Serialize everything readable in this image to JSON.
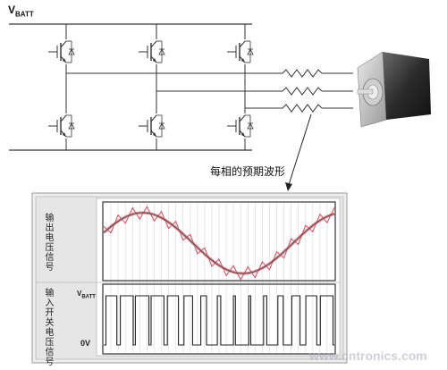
{
  "supply_label": {
    "main": "V",
    "sub": "BATT"
  },
  "caption": "每相的预期波形",
  "panel": {
    "top_label": "输出电压信号",
    "bottom_label": "输入开关电压信号",
    "vbatt_label": {
      "main": "V",
      "sub": "BATT"
    },
    "zero_label": "0V"
  },
  "components": {
    "transistor_icon": "igbt-icon",
    "resistor_icon": "resistor-icon",
    "motor_icon": "stepper-motor-icon"
  },
  "colors": {
    "wire": "#333333",
    "sine": "#d06a74",
    "triangle": "#d44c5c",
    "pwm": "#222222",
    "panel_border": "#999999",
    "panel_fill": "#eeeeee"
  },
  "watermark": "www.cntronics.com"
}
